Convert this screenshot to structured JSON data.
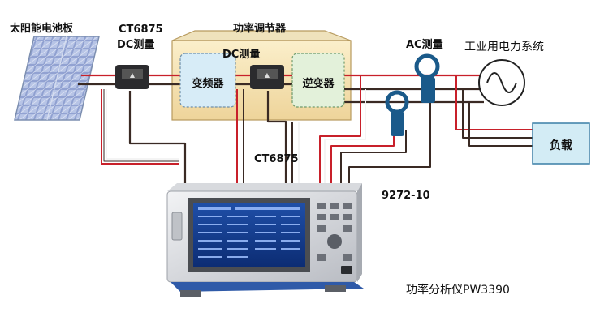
{
  "labels": {
    "solar_panel": "太阳能电池板",
    "ct6875_dc_line1": "CT6875",
    "ct6875_dc_line2": "DC测量",
    "power_conditioner": "功率调节器",
    "dc_measure_inner": "DC测量",
    "converter": "变频器",
    "inverter": "逆变器",
    "ac_measure": "AC测量",
    "grid": "工业用电力系统",
    "load": "负载",
    "ct6875_bottom": "CT6875",
    "probe_9272": "9272-10",
    "analyzer": "功率分析仪PW3390"
  },
  "colors": {
    "wire_red": "#c8202a",
    "wire_dark": "#3a2a24",
    "wire_white": "#f4f4f4",
    "conditioner_fill": "#f6e6b8",
    "converter_fill": "#d7ecf7",
    "inverter_fill": "#e3f1da",
    "load_fill": "#d3ecf5",
    "load_border": "#3a7fa6",
    "probe_blue": "#1a5a8a"
  }
}
